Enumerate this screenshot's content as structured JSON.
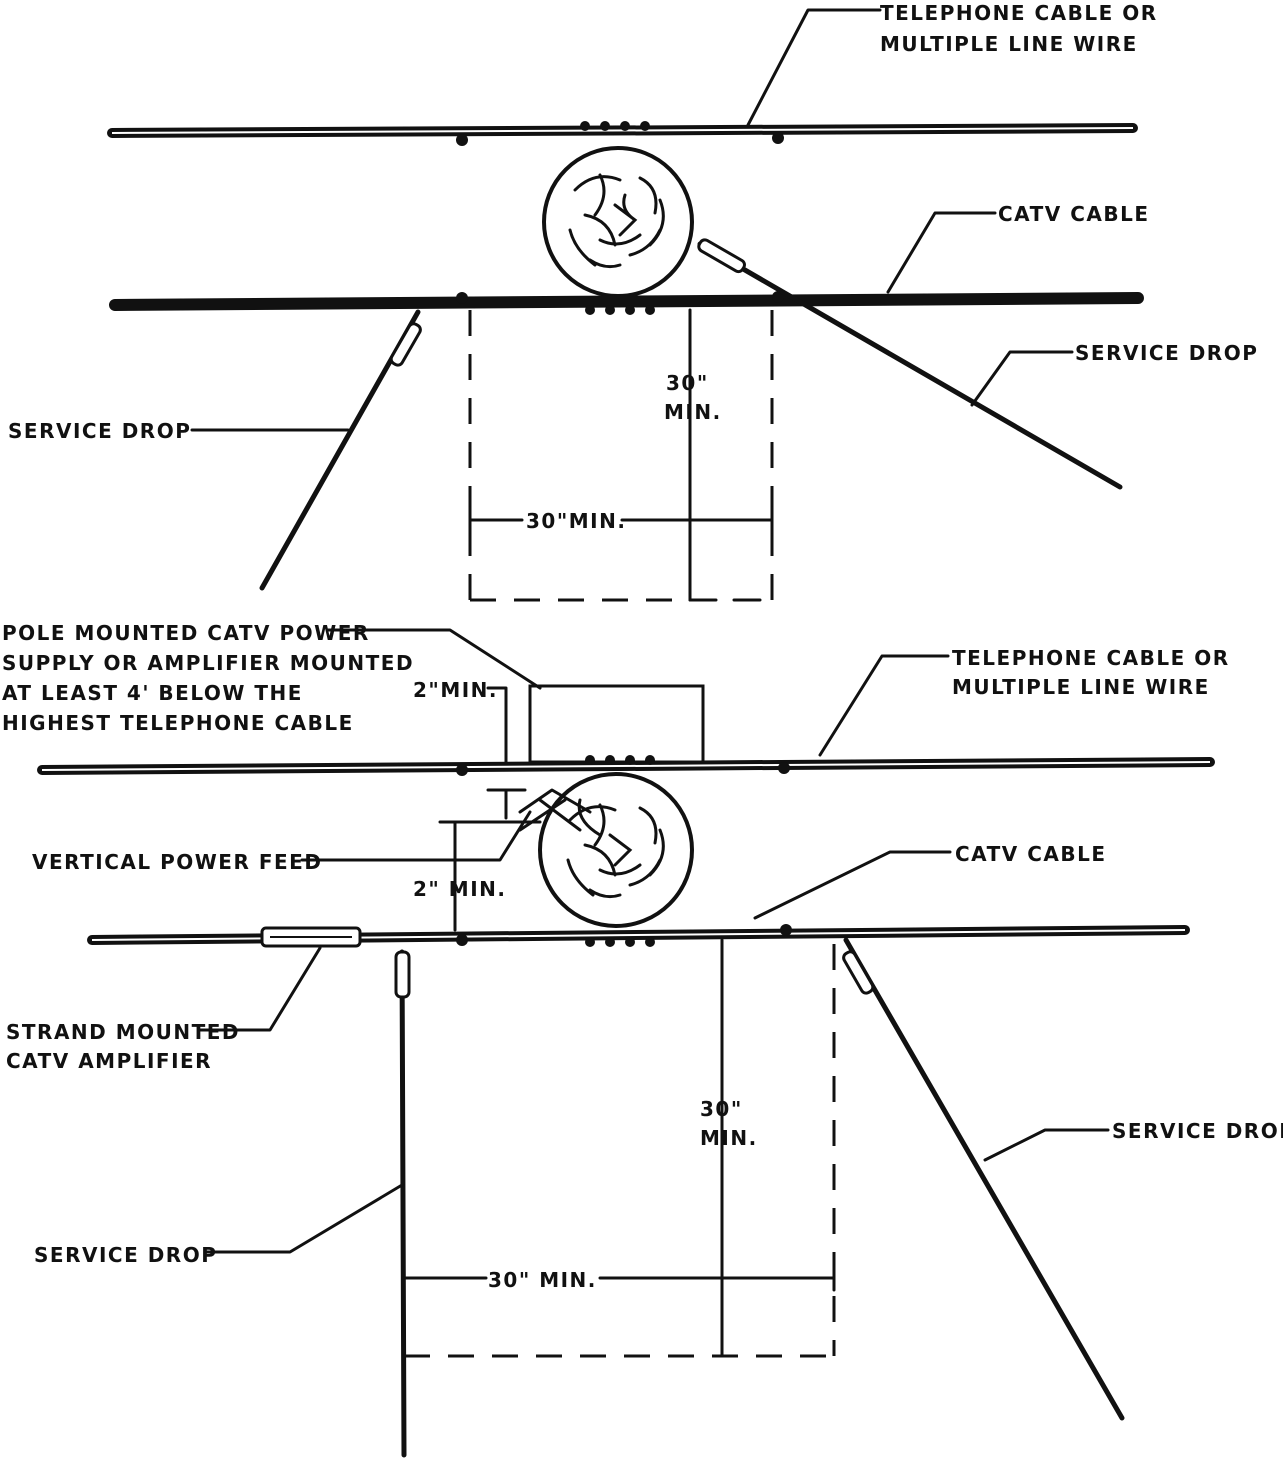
{
  "upper": {
    "telephone_label": [
      "TELEPHONE CABLE OR",
      "MULTIPLE LINE WIRE"
    ],
    "catv_label": "CATV CABLE",
    "service_drop_right": "SERVICE DROP",
    "service_drop_left": "SERVICE DROP",
    "vertical_clearance": [
      "30\"",
      "MIN."
    ],
    "horizontal_clearance": "30\"MIN."
  },
  "lower": {
    "power_supply_label": [
      "POLE MOUNTED CATV POWER",
      "SUPPLY OR AMPLIFIER MOUNTED",
      "AT LEAST 4' BELOW THE",
      "HIGHEST TELEPHONE CABLE"
    ],
    "top_gap": "2\"MIN.",
    "telephone_label": [
      "TELEPHONE CABLE OR",
      "MULTIPLE LINE WIRE"
    ],
    "vertical_power_feed": "VERTICAL POWER FEED",
    "feed_gap": "2\" MIN.",
    "catv_label": "CATV CABLE",
    "amplifier_label": [
      "STRAND MOUNTED",
      "CATV AMPLIFIER"
    ],
    "vertical_clearance": [
      "30\"",
      "MIN."
    ],
    "service_drop_right": "SERVICE DROP",
    "service_drop_left": "SERVICE DROP",
    "horizontal_clearance": "30\" MIN."
  }
}
